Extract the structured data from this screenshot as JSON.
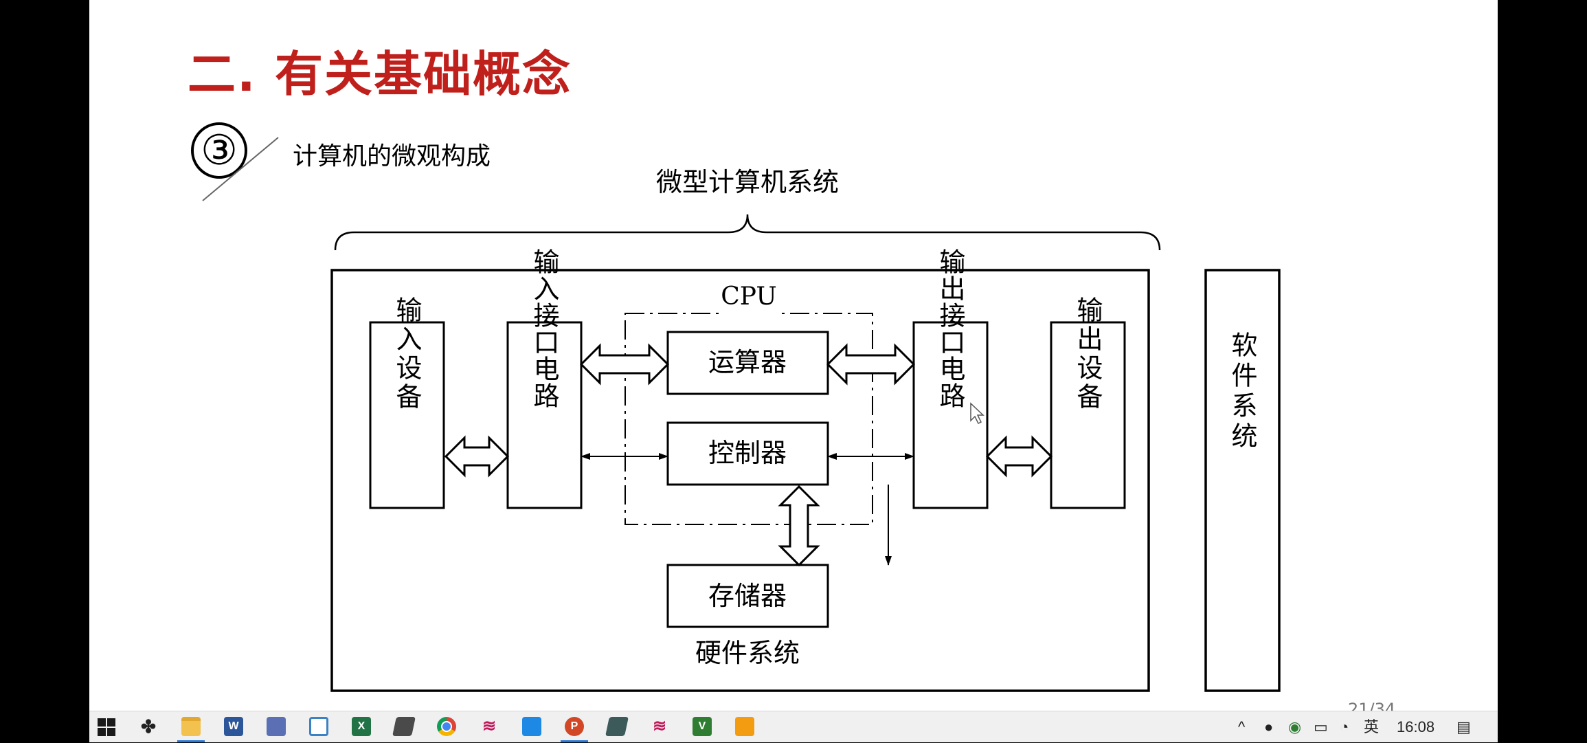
{
  "slide": {
    "title": "二. 有关基础概念",
    "section_number": "③",
    "subtitle": "计算机的微观构成",
    "page_number": "21/34"
  },
  "diagram": {
    "system_label": "微型计算机系统",
    "cpu_label": "CPU",
    "hardware_label": "硬件系统",
    "software_label": "软件系统",
    "input_device": "输入设备",
    "input_interface": "输入接口电路",
    "alu": "运算器",
    "controller": "控制器",
    "memory": "存储器",
    "output_interface": "输出接口电路",
    "output_device": "输出设备"
  },
  "taskbar": {
    "icons": [
      {
        "name": "start-icon"
      },
      {
        "name": "fan-app-icon"
      },
      {
        "name": "file-explorer-icon"
      },
      {
        "name": "word-icon",
        "glyph": "W"
      },
      {
        "name": "building-app-icon"
      },
      {
        "name": "window-app-icon"
      },
      {
        "name": "excel-icon",
        "glyph": "X"
      },
      {
        "name": "book-app-icon"
      },
      {
        "name": "chrome-icon"
      },
      {
        "name": "rainbow-app-icon"
      },
      {
        "name": "photo-app-icon"
      },
      {
        "name": "powerpoint-icon",
        "glyph": "P"
      },
      {
        "name": "book-stack-app-icon"
      },
      {
        "name": "rainbow-app-2-icon"
      },
      {
        "name": "green-v-app-icon",
        "glyph": "V"
      },
      {
        "name": "orange-app-icon"
      }
    ],
    "tray": {
      "ime": "英",
      "time": "16:08"
    },
    "colors": {
      "word": "#2b579a",
      "excel": "#217346",
      "powerpoint": "#d24726",
      "accent": "#2b78d6"
    }
  }
}
